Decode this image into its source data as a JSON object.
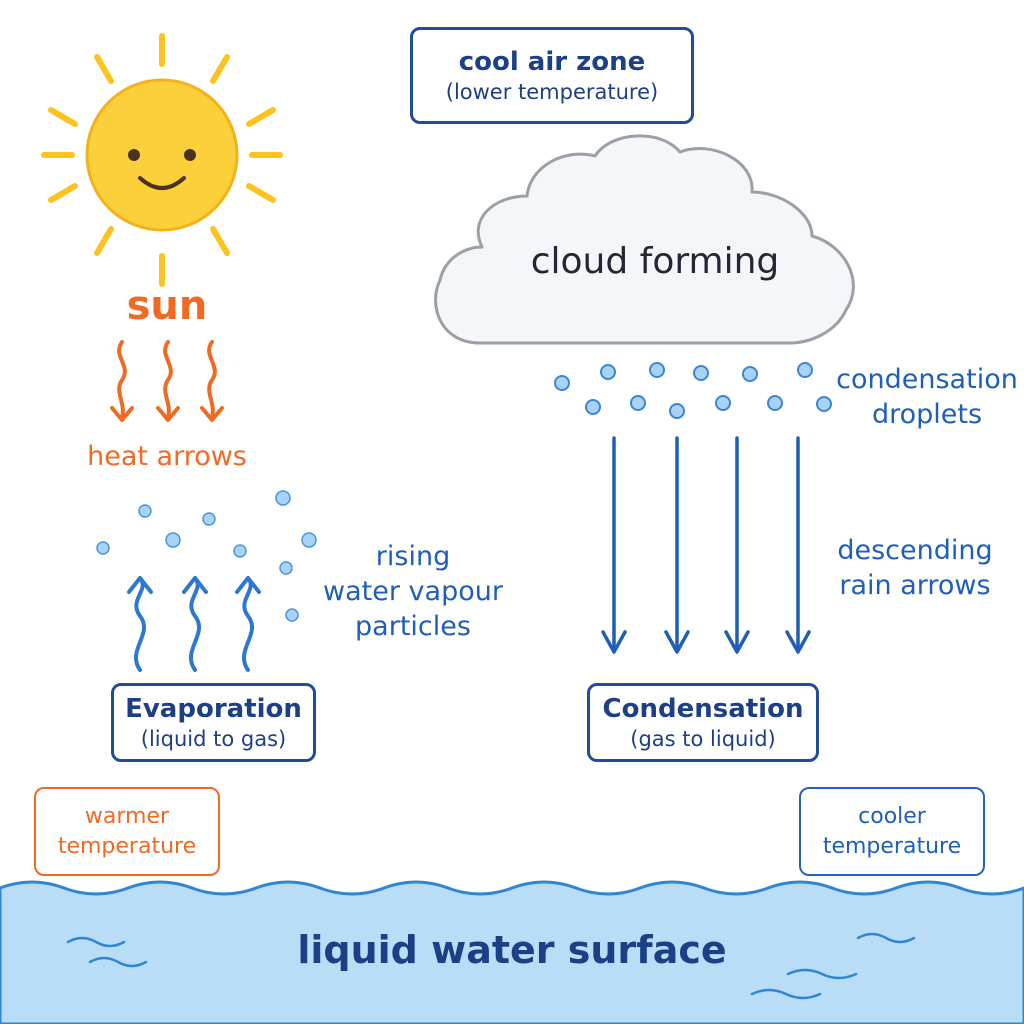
{
  "labels": {
    "sun": "sun",
    "heat_arrows": "heat arrows",
    "cool_air_zone_title": "cool air zone",
    "cool_air_zone_sub": "(lower temperature)",
    "cloud": "cloud forming",
    "condensation_droplets_1": "condensation",
    "condensation_droplets_2": "droplets",
    "rising_1": "rising",
    "rising_2": "water vapour",
    "rising_3": "particles",
    "descending_1": "descending",
    "descending_2": "rain arrows",
    "evaporation_title": "Evaporation",
    "evaporation_sub": "(liquid to gas)",
    "condensation_title": "Condensation",
    "condensation_sub": "(gas to liquid)",
    "warmer_1": "warmer",
    "warmer_2": "temperature",
    "cooler_1": "cooler",
    "cooler_2": "temperature",
    "water_surface": "liquid water surface"
  },
  "colors": {
    "sun_fill": "#fcd03a",
    "sun_rays": "#fcc31e",
    "heat": "#ef6a23",
    "blue_text": "#1f5fb8",
    "dark_blue": "#1c3f86",
    "water": "#b9ddf6",
    "water_edge": "#2f86d6",
    "droplet": "#a9d3f5",
    "cloud_fill": "#f4f6f9",
    "cloud_edge": "#9aa0a6"
  }
}
